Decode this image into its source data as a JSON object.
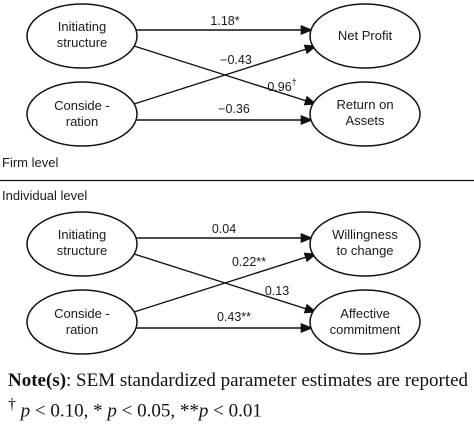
{
  "levels": {
    "firm": "Firm level",
    "individual": "Individual level"
  },
  "firm": {
    "nodes": {
      "initiating": [
        "Initiating",
        "structure"
      ],
      "consideration": [
        "Conside -",
        "ration"
      ],
      "net_profit": [
        "Net Profit"
      ],
      "roa": [
        "Return on",
        "Assets"
      ]
    },
    "coefficients": {
      "initiating_to_net_profit": "1.18*",
      "consideration_to_net_profit": "−0.43",
      "initiating_to_roa": "0.96",
      "initiating_to_roa_mark": "†",
      "consideration_to_roa": "−0.36"
    }
  },
  "individual": {
    "nodes": {
      "initiating": [
        "Initiating",
        "structure"
      ],
      "consideration": [
        "Conside -",
        "ration"
      ],
      "willingness": [
        "Willingness",
        "to change"
      ],
      "affective": [
        "Affective",
        "commitment"
      ]
    },
    "coefficients": {
      "initiating_to_willingness": "0.04",
      "consideration_to_willingness": "0.22**",
      "initiating_to_affective": "0.13",
      "consideration_to_affective": "0.43**"
    }
  },
  "note": {
    "title": "Note(s)",
    "line1_rest": ": SEM standardized parameter estimates are reported",
    "dagger": "†",
    "p": "p",
    "t1": " < 0.10, * ",
    "t2": " < 0.05, **",
    "t3": " < 0.01"
  }
}
